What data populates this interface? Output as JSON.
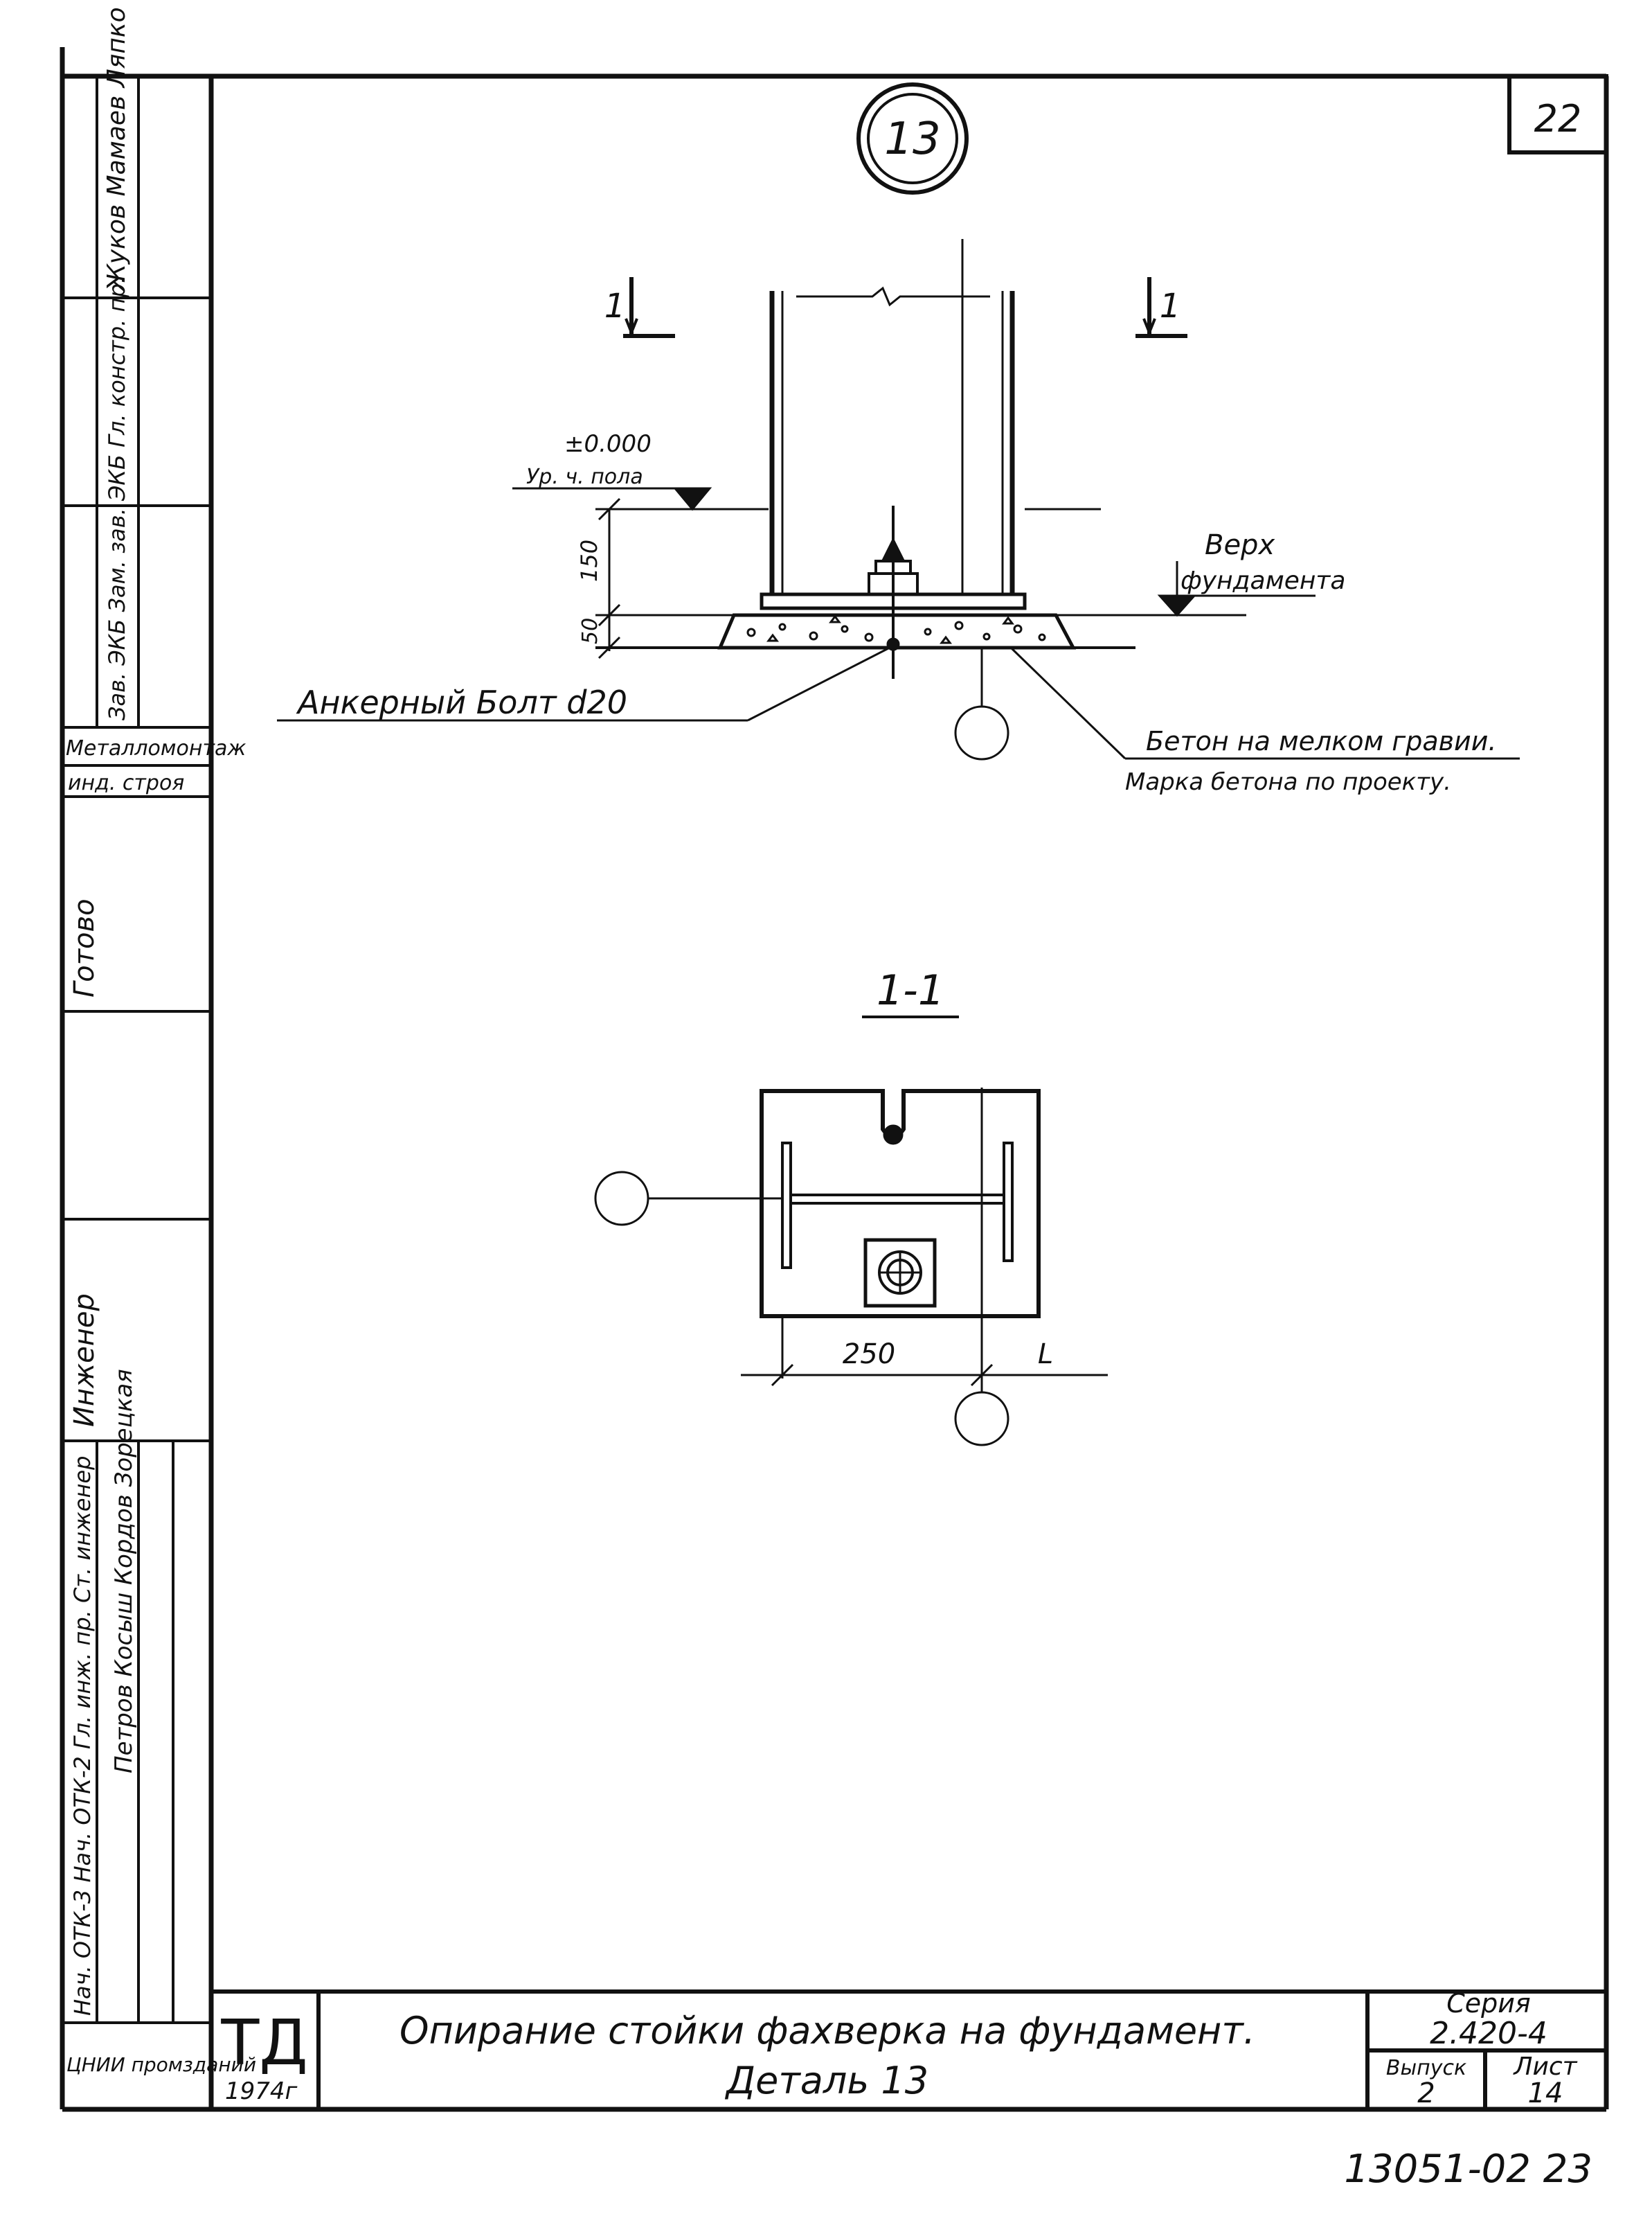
{
  "sheet_number": "22",
  "detail_number": "13",
  "drawing": {
    "section_mark": "1",
    "elevation_value": "±0.000",
    "elevation_label": "Ур. ч. пола",
    "dim_150": "150",
    "dim_50": "50",
    "foundation_top_line1": "Верх",
    "foundation_top_line2": "фундамента",
    "anchor_bolt": "Анкерный Болт d20",
    "concrete_line1": "Бетон на мелком гравии.",
    "concrete_line2": "Марка бетона по проекту.",
    "section_title": "1-1",
    "dim_250": "250",
    "dim_L": "L"
  },
  "side_stamp": {
    "cells": [
      "Жуков  Мамаев  Ляпко с.ч.",
      "",
      "Зав. ЭКБ  Зам. зав. ЭКБ  Гл. констр. пр.",
      "Металломонтаж",
      "инд. строя",
      "Готово",
      "",
      "Инженер",
      "Петров  Косыш  Кордов  Зорецкая",
      "Нач. ОТК-3  Нач. ОТК-2  Гл. инж. пр.  Ст. инженер",
      "ЦНИИ  промзданий"
    ]
  },
  "title_block": {
    "org_logo": "ТД",
    "year": "1974г",
    "title_line1": "Опирание стойки фахверка на фундамент.",
    "title_line2": "Деталь 13",
    "series_label": "Серия",
    "series_value": "2.420-4",
    "issue_label": "Выпуск",
    "issue_value": "2",
    "sheet_label": "Лист",
    "sheet_value": "14"
  },
  "footer_code": "13051-02  23"
}
